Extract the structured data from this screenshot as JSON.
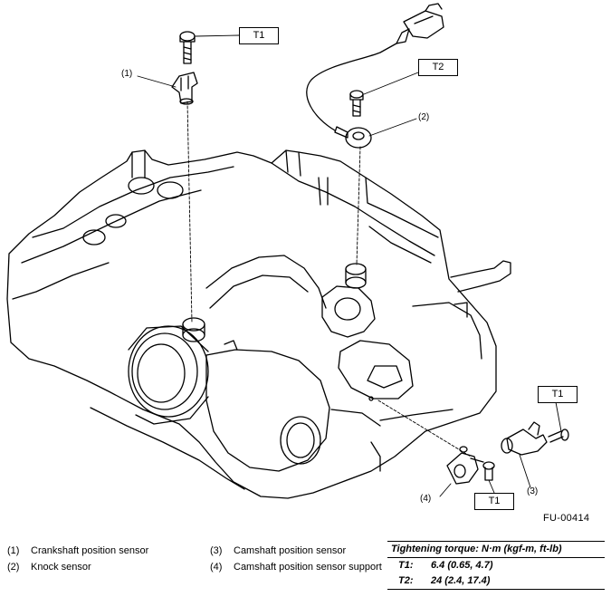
{
  "callouts": {
    "t1_top": "T1",
    "t2": "T2",
    "t1_right": "T1",
    "t1_bottom": "T1",
    "c1": "(1)",
    "c2": "(2)",
    "c3": "(3)",
    "c4": "(4)"
  },
  "figure_id": "FU-00414",
  "legend": [
    {
      "num": "(1)",
      "label": "Crankshaft position sensor"
    },
    {
      "num": "(2)",
      "label": "Knock sensor"
    },
    {
      "num": "(3)",
      "label": "Camshaft position sensor"
    },
    {
      "num": "(4)",
      "label": "Camshaft position sensor support"
    }
  ],
  "torque": {
    "title": "Tightening torque: N·m (kgf-m, ft-lb)",
    "rows": [
      {
        "key": "T1:",
        "value": "6.4 (0.65, 4.7)"
      },
      {
        "key": "T2:",
        "value": "24 (2.4, 17.4)"
      }
    ]
  },
  "colors": {
    "ink": "#000000",
    "background": "#ffffff"
  }
}
